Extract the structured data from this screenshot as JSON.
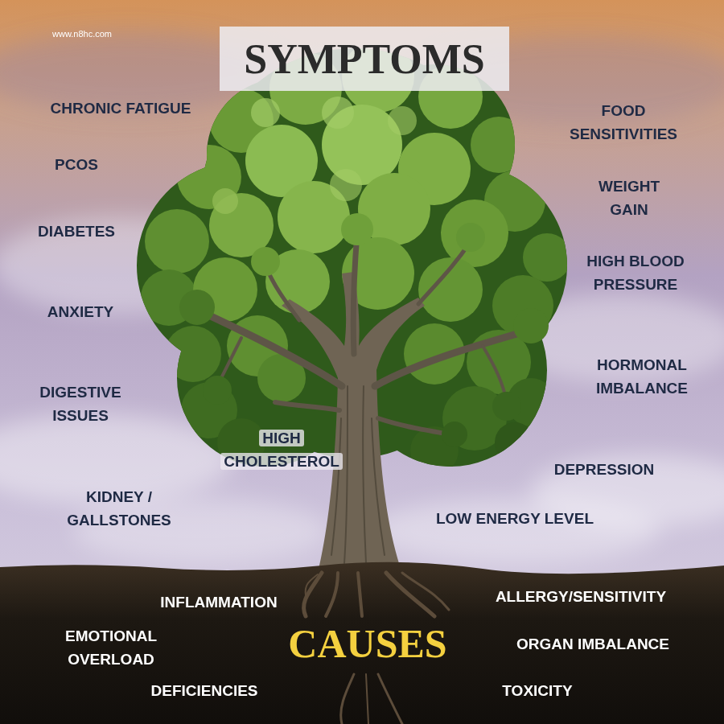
{
  "diagram": {
    "title": "SYMPTOMS",
    "labels": [
      "www.n8hc.com",
      "CHRONIC FATIGUE",
      "FOOD SENSITIVITIES",
      "PCOS",
      "WEIGHT GAIN",
      "DIABETES",
      "HIGH BLOOD PRESSURE",
      "ANXIETY",
      "HORMONAL IMBALANCE",
      "DIGESTIVE ISSUES",
      "HIGH CHOLESTEROL",
      "DEPRESSION",
      "KIDNEY / GALLSTONES",
      "LOW ENERGY LEVEL",
      "INFLAMMATION",
      "ALLERGY/SENSITIVITY",
      "EMOTIONAL OVERLOAD",
      "CAUSES",
      "ORGAN IMBALANCE",
      "DEFICIENCIES",
      "TOXICITY"
    ]
  }
}
